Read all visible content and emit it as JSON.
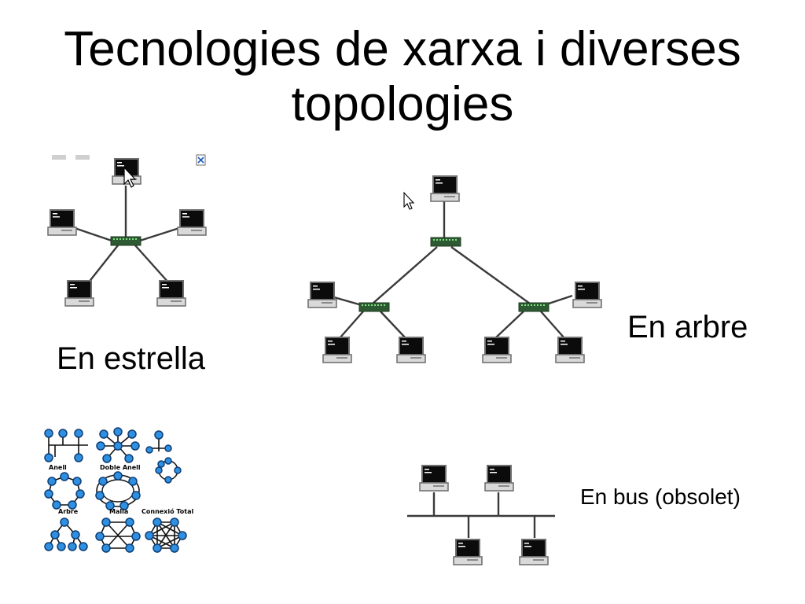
{
  "slide": {
    "title": "Tecnologies de xarxa i diverses topologies",
    "labels": {
      "star": "En estrella",
      "tree": "En arbre",
      "bus": "En bus (obsolet)"
    },
    "topology_grid": {
      "labels": [
        "Anell",
        "Doble Anell",
        "Arbre",
        "Malla",
        "Connexió Total"
      ]
    },
    "icons": [
      "computer-icon",
      "hub-icon",
      "mouse-cursor-icon",
      "broken-image-icon"
    ]
  }
}
